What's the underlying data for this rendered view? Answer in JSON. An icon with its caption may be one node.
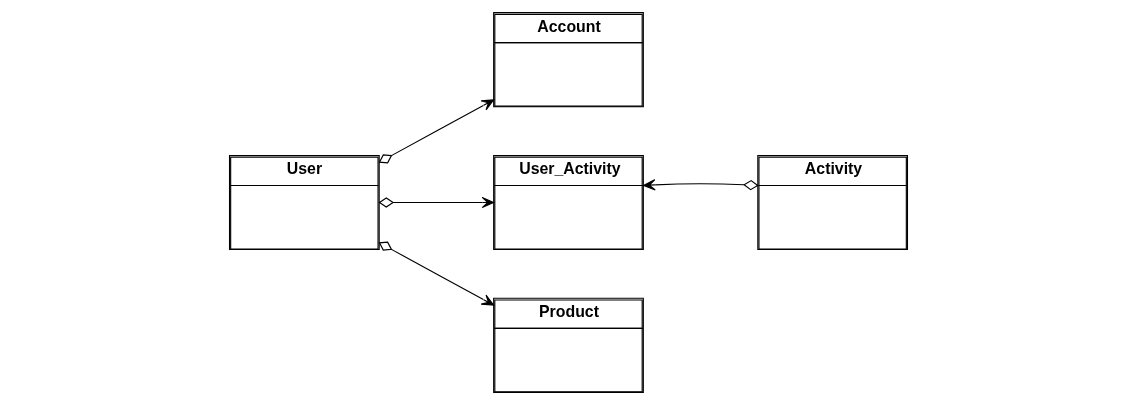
{
  "diagram": {
    "nodes": [
      {
        "text": [
          "Account"
        ]
      },
      {
        "text": [
          "User"
        ]
      },
      {
        "text": [
          "User_Activity"
        ]
      },
      {
        "text": [
          "Activity"
        ]
      },
      {
        "text": [
          "Product"
        ]
      }
    ],
    "edges": [
      {
        "from": 1,
        "to": 0,
        "arrow": "to"
      },
      {
        "from": 1,
        "to": 2,
        "arrow": "to"
      },
      {
        "from": 3,
        "to": 2,
        "arrow": "to"
      },
      {
        "from": 1,
        "to": 4,
        "arrow": "to"
      }
    ]
  }
}
